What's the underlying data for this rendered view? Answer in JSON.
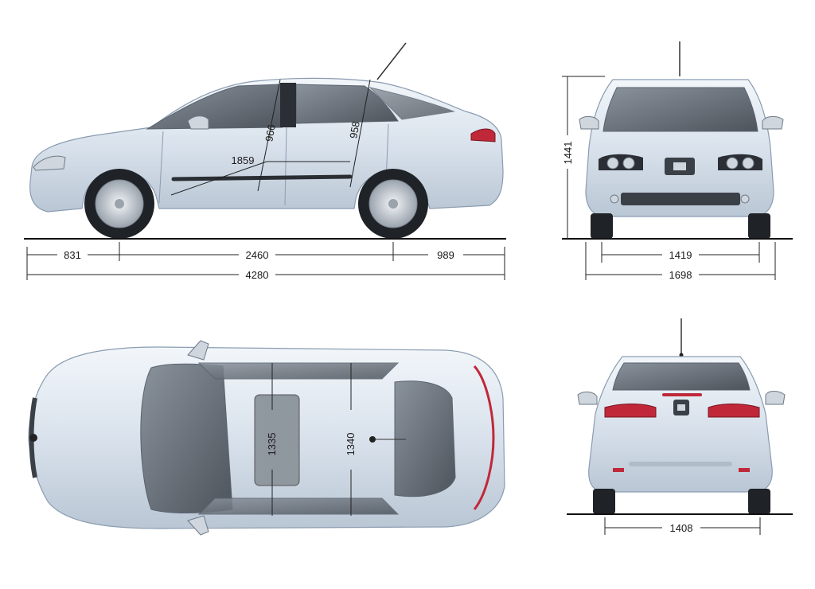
{
  "dimensions": {
    "front_overhang": "831",
    "wheelbase": "2460",
    "rear_overhang": "989",
    "overall_length": "4280",
    "overall_height": "1441",
    "front_track": "1419",
    "overall_width": "1698",
    "rear_track": "1408",
    "front_headroom": "966",
    "rear_headroom": "958",
    "interior_length": "1859",
    "front_shoulder_width": "1335",
    "rear_shoulder_width": "1340"
  },
  "colors": {
    "body": "#d9e2ec",
    "glass": "#6f7781",
    "lines": "#222222",
    "taillight": "#c0283a"
  }
}
